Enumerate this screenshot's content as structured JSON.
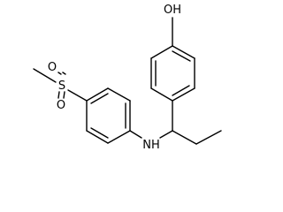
{
  "molecule": {
    "atoms": {
      "hydroxyl": "OH",
      "amine": "NH",
      "sulfur": "S",
      "sulfonyl_oxygen_top": "O",
      "sulfonyl_oxygen_bottom": "O"
    }
  }
}
